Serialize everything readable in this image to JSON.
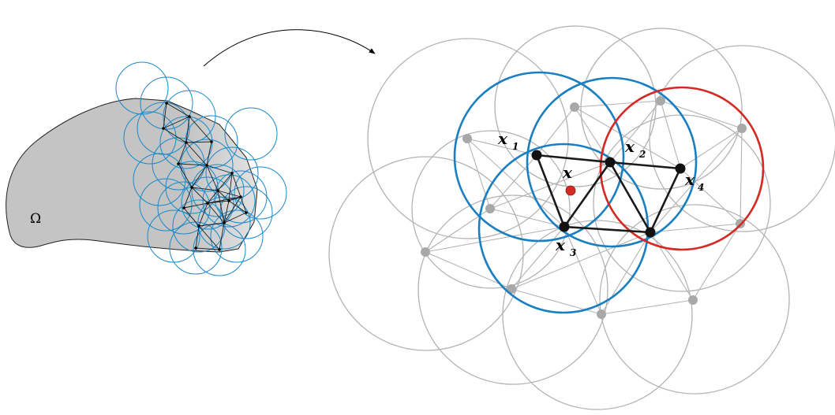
{
  "domain_label": "Ω",
  "point_labels": {
    "x": "x",
    "x1": "x",
    "x1_sub": "1",
    "x2": "x",
    "x2_sub": "2",
    "x3": "x",
    "x3_sub": "3",
    "x4": "x",
    "x4_sub": "4"
  },
  "colors": {
    "domain_fill": "#c4c4c4",
    "patch_circle": "#1a8ac9",
    "support_blue": "#1a7fc1",
    "support_red": "#d42a24",
    "gray_circle": "#b3b3b3",
    "gray_node": "#a8a8a8",
    "eval_point": "#d42a24",
    "edge": "#1a1a1a"
  }
}
